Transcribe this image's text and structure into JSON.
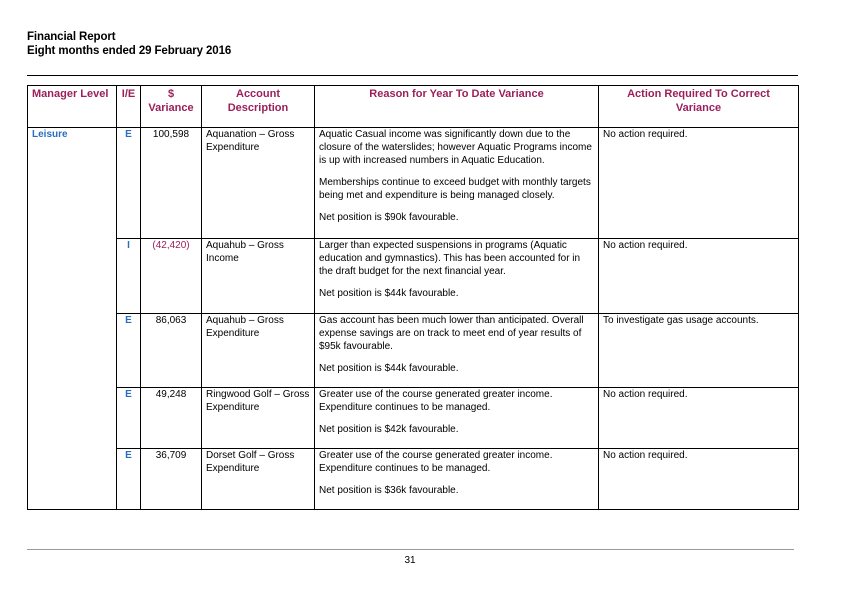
{
  "header": {
    "title": "Financial Report",
    "subtitle": "Eight months ended 29 February 2016"
  },
  "table": {
    "headers": {
      "manager_level": "Manager Level",
      "ie": "I/E",
      "variance_line1": "$",
      "variance_line2": "Variance",
      "account_line1": "Account",
      "account_line2": "Description",
      "reason": "Reason for Year To Date Variance",
      "action_line1": "Action Required To Correct",
      "action_line2": "Variance"
    },
    "manager_level": "Leisure",
    "rows": [
      {
        "ie": "E",
        "variance": "100,598",
        "account": "Aquanation – Gross Expenditure",
        "reason": [
          "Aquatic Casual income was significantly down due to the closure of the waterslides; however Aquatic Programs income is up with increased numbers in Aquatic Education.",
          "Memberships continue to exceed budget with monthly targets being met and expenditure is being managed closely.",
          "Net position is $90k favourable."
        ],
        "action": "No action required."
      },
      {
        "ie": "I",
        "variance": "(42,420)",
        "account": "Aquahub – Gross Income",
        "reason": [
          "Larger than expected suspensions in programs (Aquatic education and gymnastics). This has been accounted for in the draft budget for the next financial year.",
          "Net position is $44k favourable."
        ],
        "action": "No action required."
      },
      {
        "ie": "E",
        "variance": "86,063",
        "account": "Aquahub – Gross Expenditure",
        "reason": [
          "Gas account has been much lower than anticipated. Overall expense savings are on track to meet end of year results of $95k favourable.",
          "Net position is $44k favourable."
        ],
        "action": "To investigate gas usage accounts."
      },
      {
        "ie": "E",
        "variance": "49,248",
        "account": "Ringwood Golf – Gross Expenditure",
        "reason": [
          "Greater use of the course generated greater income. Expenditure continues to be managed.",
          "Net position is $42k favourable."
        ],
        "action": "No action required."
      },
      {
        "ie": "E",
        "variance": "36,709",
        "account": "Dorset Golf – Gross Expenditure",
        "reason": [
          "Greater use of the course generated greater income. Expenditure continues to be managed.",
          "Net position is $36k favourable."
        ],
        "action": "No action required."
      }
    ]
  },
  "footer": {
    "page_number": "31"
  },
  "colors": {
    "header_text": "#9b1f5a",
    "manager_text": "#2a6ec0",
    "negative_variance": "#9b1f5a"
  }
}
